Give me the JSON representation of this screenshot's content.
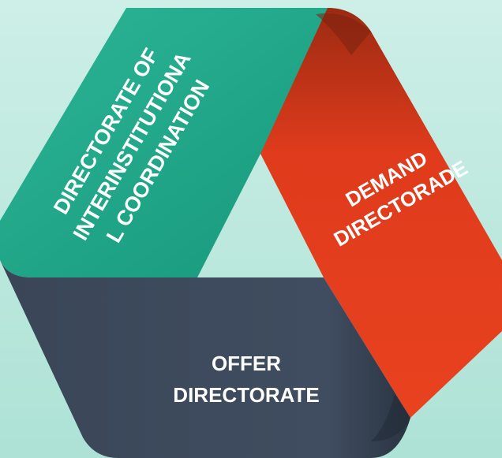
{
  "colors": {
    "background": "#bfe9df",
    "green_band": "#1fa184",
    "green_band_light": "#26b08f",
    "red_band": "#e23d1e",
    "red_band_dark": "#b52a12",
    "dark_band": "#3d4a5c",
    "dark_band_shade": "#2f3a49",
    "label_text": "#ffffff"
  },
  "segments": {
    "coordination": {
      "lines": [
        "DIRECTORATE OF",
        "INTERINSTITUTIONA",
        "L COORDINATION"
      ]
    },
    "demand": {
      "lines": [
        "DEMAND",
        "DIRECTORADE"
      ]
    },
    "offer": {
      "lines": [
        "OFFER",
        "DIRECTORATE"
      ]
    }
  }
}
